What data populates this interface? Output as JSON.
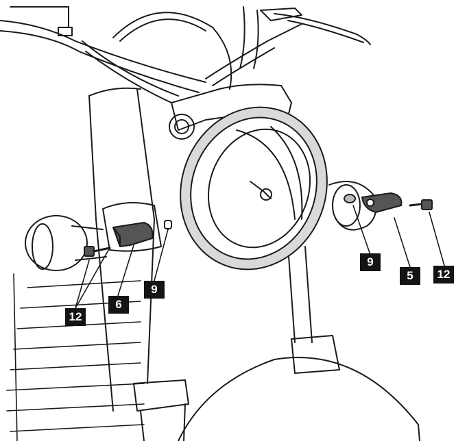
{
  "callouts": [
    {
      "id": "c12-left",
      "label": "12"
    },
    {
      "id": "c6",
      "label": "6"
    },
    {
      "id": "c9-left",
      "label": "9"
    },
    {
      "id": "c9-right",
      "label": "9"
    },
    {
      "id": "c5",
      "label": "5"
    },
    {
      "id": "c12-right",
      "label": "12"
    }
  ],
  "colors": {
    "line": "#1a1a1a",
    "bezel": "#d9d9d9",
    "part_fill": "#555555",
    "callout_bg": "#141414"
  }
}
